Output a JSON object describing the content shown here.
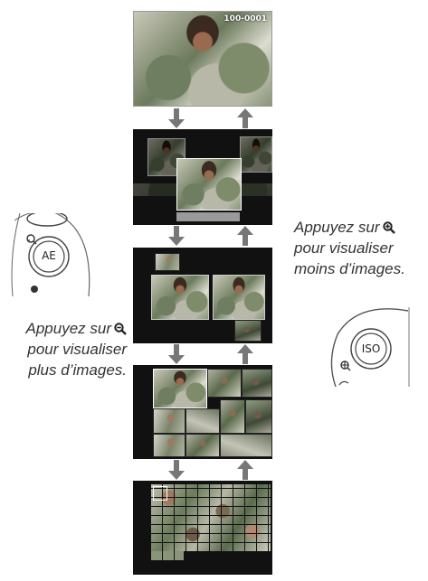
{
  "top_screen": {
    "counter": "100-0001"
  },
  "left_caption": {
    "line1": "Appuyez sur",
    "line2": "pour visualiser",
    "line3": "plus d’images.",
    "zoom_icon": "zoom-out-icon"
  },
  "right_caption": {
    "line1": "Appuyez sur",
    "line2": "pour visualiser",
    "line3": "moins d’images.",
    "zoom_icon": "zoom-in-icon"
  },
  "left_dial": {
    "button_label": "AE"
  },
  "right_dial": {
    "button_label": "ISO"
  }
}
